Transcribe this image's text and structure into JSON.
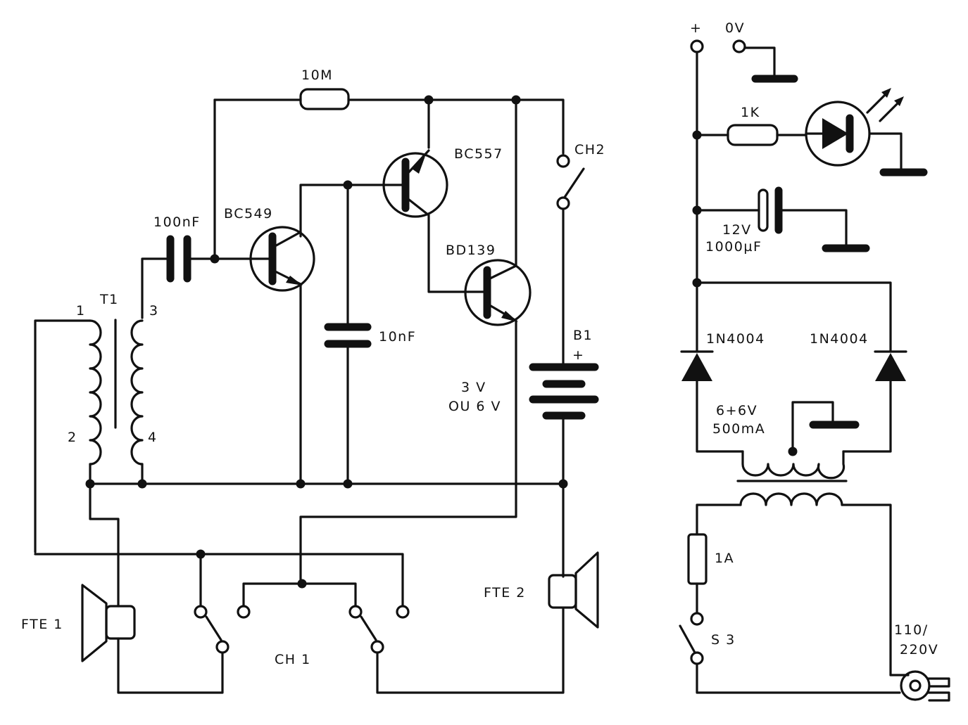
{
  "left_circuit": {
    "resistor_10m": "10M",
    "cap_100nf": "100nF",
    "cap_10nf": "10nF",
    "q1": "BC549",
    "q2": "BC557",
    "q3": "BD139",
    "transformer": "T1",
    "pin1": "1",
    "pin2": "2",
    "pin3": "3",
    "pin4": "4",
    "switch_ch2": "CH2",
    "battery": "B1",
    "battery_plus": "+",
    "voltage_line1": "3 V",
    "voltage_line2": "OU 6 V",
    "speaker1": "FTE 1",
    "speaker2": "FTE 2",
    "switch_ch1": "CH 1"
  },
  "power_supply": {
    "plus": "+",
    "zero_v": "0V",
    "resistor_1k": "1K",
    "cap_voltage": "12V",
    "cap_value": "1000µF",
    "diode_left": "1N4004",
    "diode_right": "1N4004",
    "transformer_line1": "6+6V",
    "transformer_line2": "500mA",
    "fuse": "1A",
    "switch_s3": "S 3",
    "mains_line1": "110/",
    "mains_line2": "220V"
  }
}
